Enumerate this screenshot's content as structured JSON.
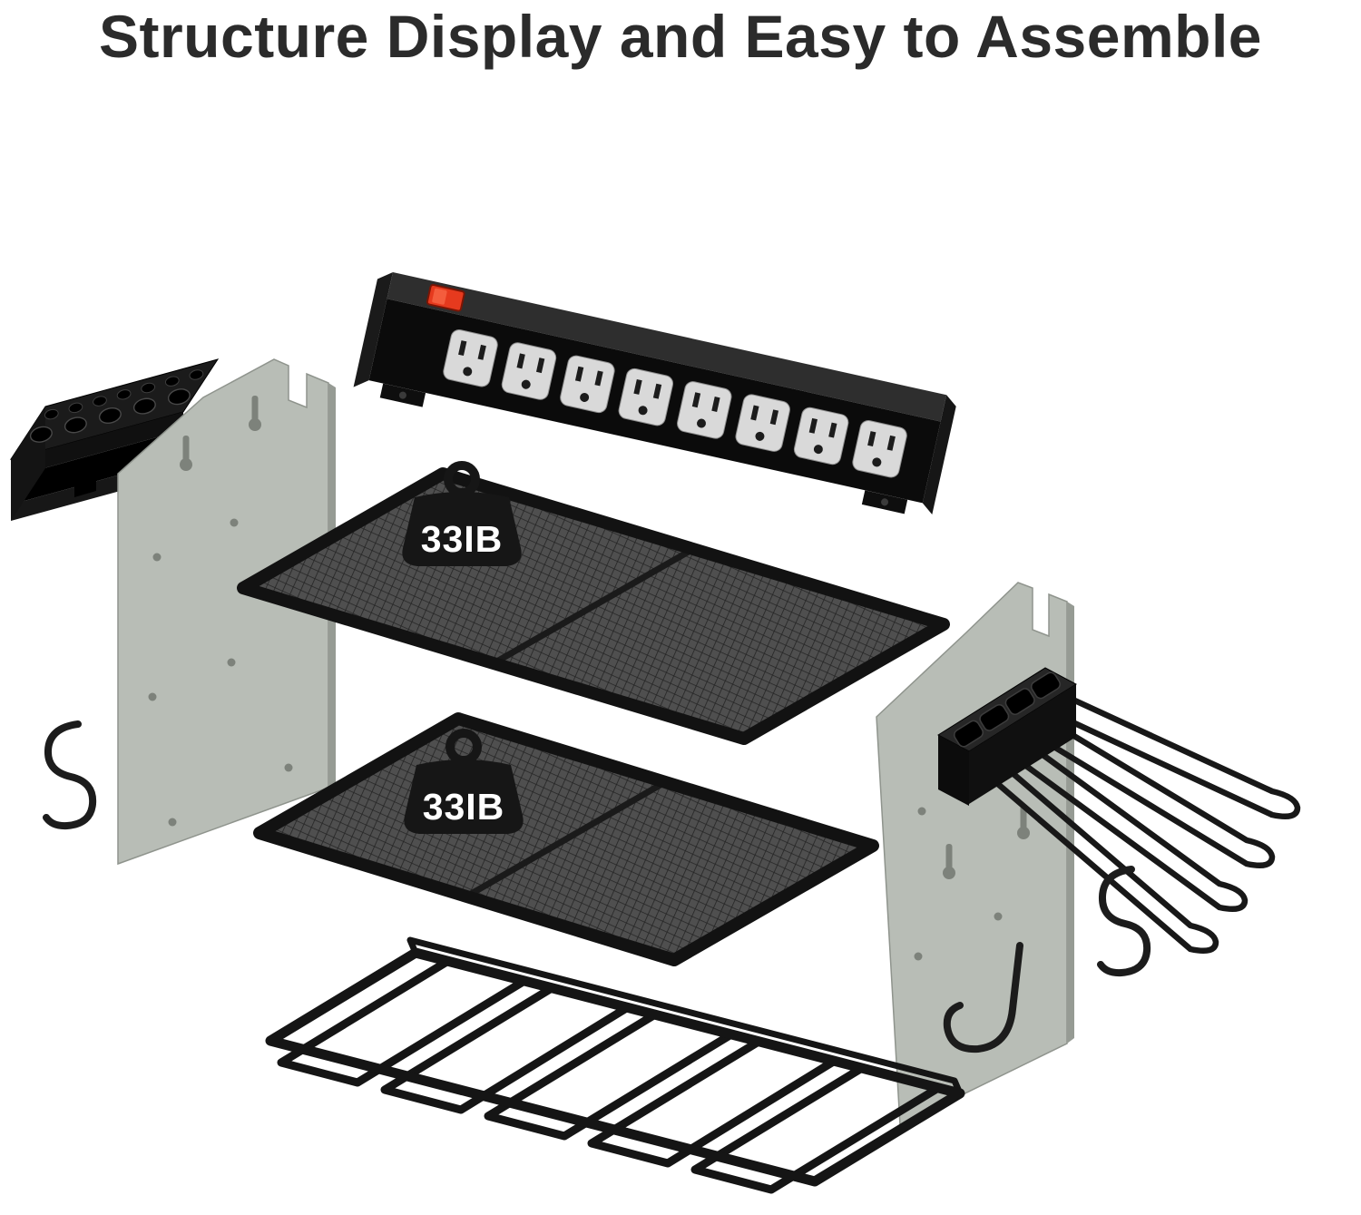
{
  "page": {
    "title": "Structure Display and Easy to Assemble",
    "background_color": "#ffffff",
    "title_color": "#2b2b2b"
  },
  "diagram": {
    "kind": "exploded-assembly-diagram",
    "subject": "wall-mounted power tool organizer rack",
    "weight_labels": {
      "upper_shelf": "33IB",
      "lower_shelf": "33IB"
    },
    "colors": {
      "metal_black": "#0c0c0c",
      "metal_dark_gray": "#2e2e2e",
      "mesh_gray": "#4f4f4f",
      "panel_gray": "#b8bdb6",
      "panel_edge_gray": "#969b94",
      "switch_red": "#e63a1e",
      "outlet_face": "#d9d9d9",
      "label_text": "#ffffff"
    },
    "parts": [
      "power-strip-8-outlets",
      "power-switch",
      "drill-bit-holder-bracket",
      "left-side-panel",
      "right-side-panel",
      "upper-mesh-shelf",
      "lower-mesh-shelf",
      "side-tool-hanging-rack",
      "front-tool-hanging-rack",
      "s-hook-left",
      "s-hook-right",
      "j-hook-right",
      "weight-upper",
      "weight-lower"
    ]
  }
}
